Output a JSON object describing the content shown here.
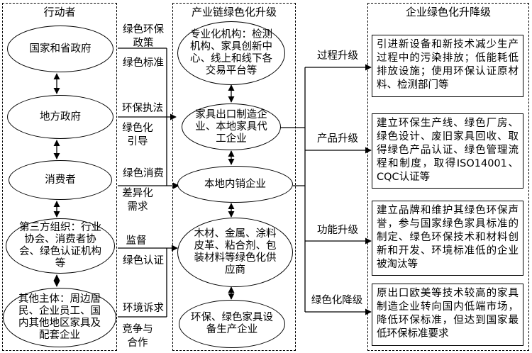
{
  "columns": {
    "actors": "行动者",
    "chain": "产业链绿色化升级",
    "enterprise": "企业绿色化升降级"
  },
  "actors": {
    "gov": "国家和省政府",
    "local": "地方政府",
    "consumer": "消费者",
    "third": "第三方组织：行业协会、消费者协会、绿色认证机构等",
    "other": "其他主体：周边居民、企业员工、国内其他地区家具及配套企业"
  },
  "chain": {
    "pro": "专业化机构：检测机构、家具创新中心、线上和线下各交易平台等",
    "export": "家具出口制造企业、本地家具代工企业",
    "domestic": "本地内销企业",
    "supply": "木材、金属、涂料皮革、粘合剂、包装材料等绿色化供应商",
    "equip": "环保、绿色家具设备生产企业"
  },
  "relations": {
    "r1": "绿色环保政策",
    "r2": "绿色标准",
    "r3": "环保执法",
    "r4": "绿色化引导",
    "r5": "绿色消费",
    "r6": "差异化需求",
    "r7": "监督",
    "r8": "绿色认证",
    "r9": "环境诉求",
    "r10": "竞争与合作"
  },
  "upgrades": {
    "process": "过程升级",
    "product": "产品升级",
    "function": "功能升级",
    "downgrade": "绿色化降级"
  },
  "details": {
    "process": "引进新设备和新技术减少生产过程中的污染排放；低能耗低排放设施；使用环保认证原材料、检测部门等",
    "product": "建立环保生产线、绿色厂房、绿色设计、废旧家具回收、取得绿色产品认证、绿色管理流程和制度，取得ISO14001、CQC认证等",
    "function": "建立品牌和维护其绿色环保声誉，参与国家绿色家具标准的制定、绿色环保技术和材料创新和开发、环境标准低的企业被淘汰等",
    "downgrade": "原出口欧美等技术较高的家具制造企业转向国内低端市场，降低环保标准，但达到国家最低环保标准要求"
  }
}
